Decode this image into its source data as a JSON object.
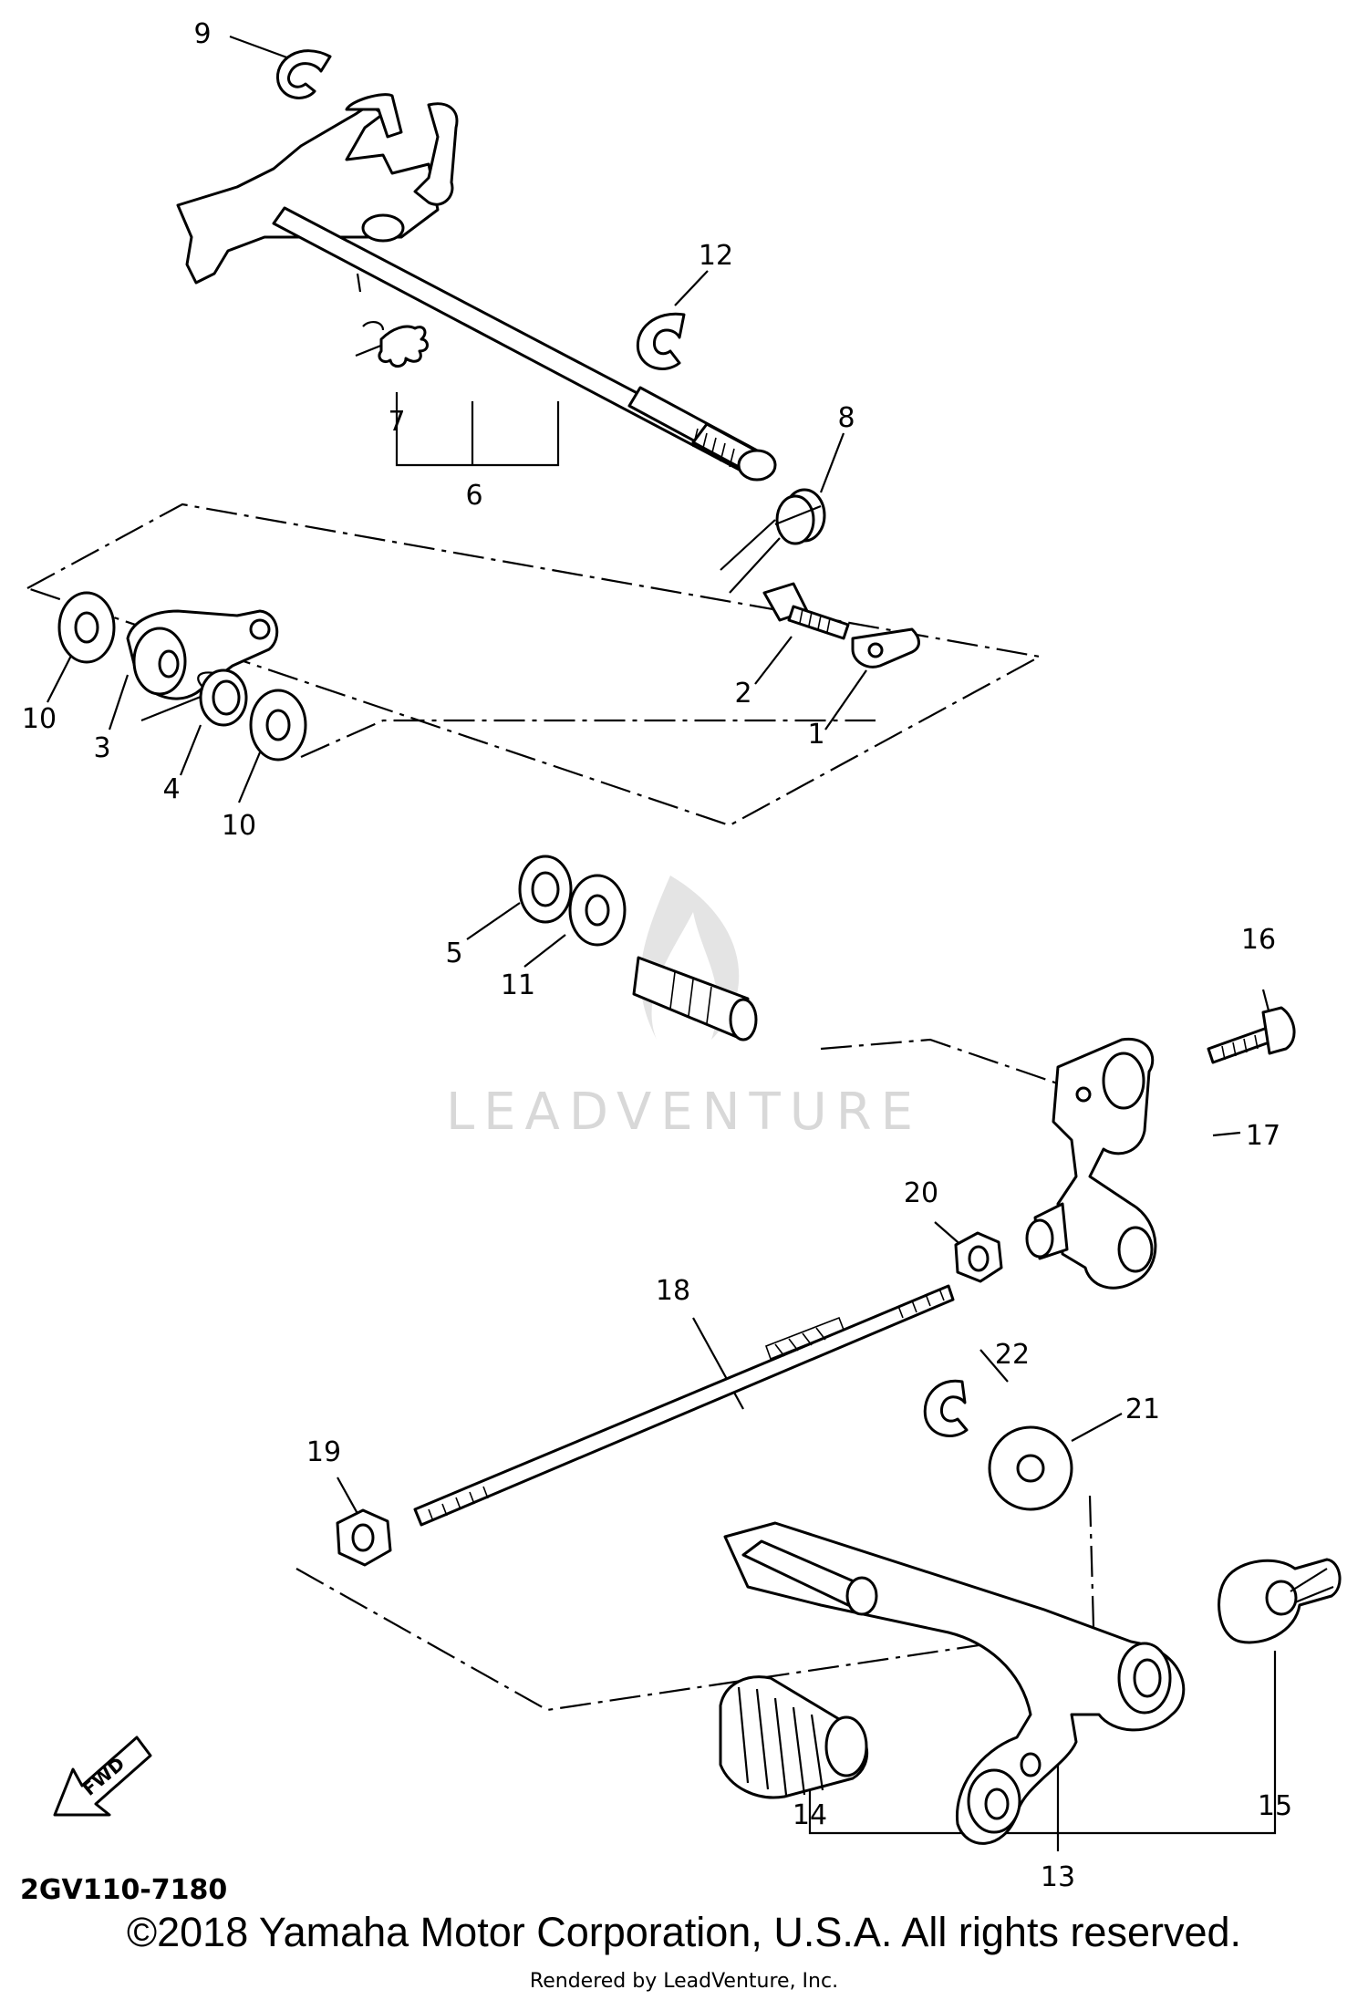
{
  "diagram": {
    "callouts": [
      "1",
      "2",
      "3",
      "4",
      "5",
      "6",
      "7",
      "8",
      "9",
      "10",
      "10",
      "11",
      "12",
      "13",
      "14",
      "15",
      "16",
      "17",
      "18",
      "19",
      "20",
      "21",
      "22"
    ],
    "fwd_label": "FWD",
    "diagram_code": "2GV110-7180"
  },
  "watermark": {
    "text": "LEADVENTURE"
  },
  "footer": {
    "copyright": "©2018 Yamaha Motor Corporation, U.S.A. All rights reserved.",
    "rendered_by": "Rendered by LeadVenture, Inc."
  }
}
